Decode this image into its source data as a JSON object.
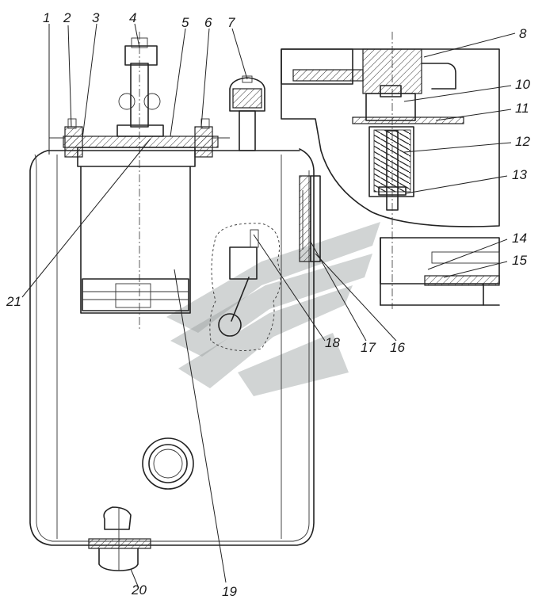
{
  "figure": {
    "callouts": [
      {
        "id": "c1",
        "text": "1"
      },
      {
        "id": "c2",
        "text": "2"
      },
      {
        "id": "c3",
        "text": "3"
      },
      {
        "id": "c4",
        "text": "4"
      },
      {
        "id": "c5",
        "text": "5"
      },
      {
        "id": "c6",
        "text": "6"
      },
      {
        "id": "c7",
        "text": "7"
      },
      {
        "id": "c8",
        "text": "8"
      },
      {
        "id": "c10",
        "text": "10"
      },
      {
        "id": "c11",
        "text": "11"
      },
      {
        "id": "c12",
        "text": "12"
      },
      {
        "id": "c13",
        "text": "13"
      },
      {
        "id": "c14",
        "text": "14"
      },
      {
        "id": "c15",
        "text": "15"
      },
      {
        "id": "c16",
        "text": "16"
      },
      {
        "id": "c17",
        "text": "17"
      },
      {
        "id": "c18",
        "text": "18"
      },
      {
        "id": "c19",
        "text": "19"
      },
      {
        "id": "c20",
        "text": "20"
      },
      {
        "id": "c21",
        "text": "21"
      }
    ]
  }
}
